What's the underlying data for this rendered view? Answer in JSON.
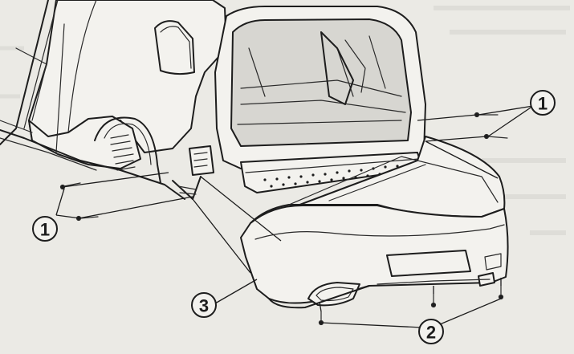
{
  "figure": {
    "callouts": [
      {
        "id": "callout-1-right",
        "label": "1"
      },
      {
        "id": "callout-1-left",
        "label": "1"
      },
      {
        "id": "callout-2",
        "label": "2"
      },
      {
        "id": "callout-3",
        "label": "3"
      }
    ],
    "colors": {
      "ink": "#1d1d1d",
      "paper": "#ebeae5",
      "shade": "#d7d6d1"
    }
  }
}
